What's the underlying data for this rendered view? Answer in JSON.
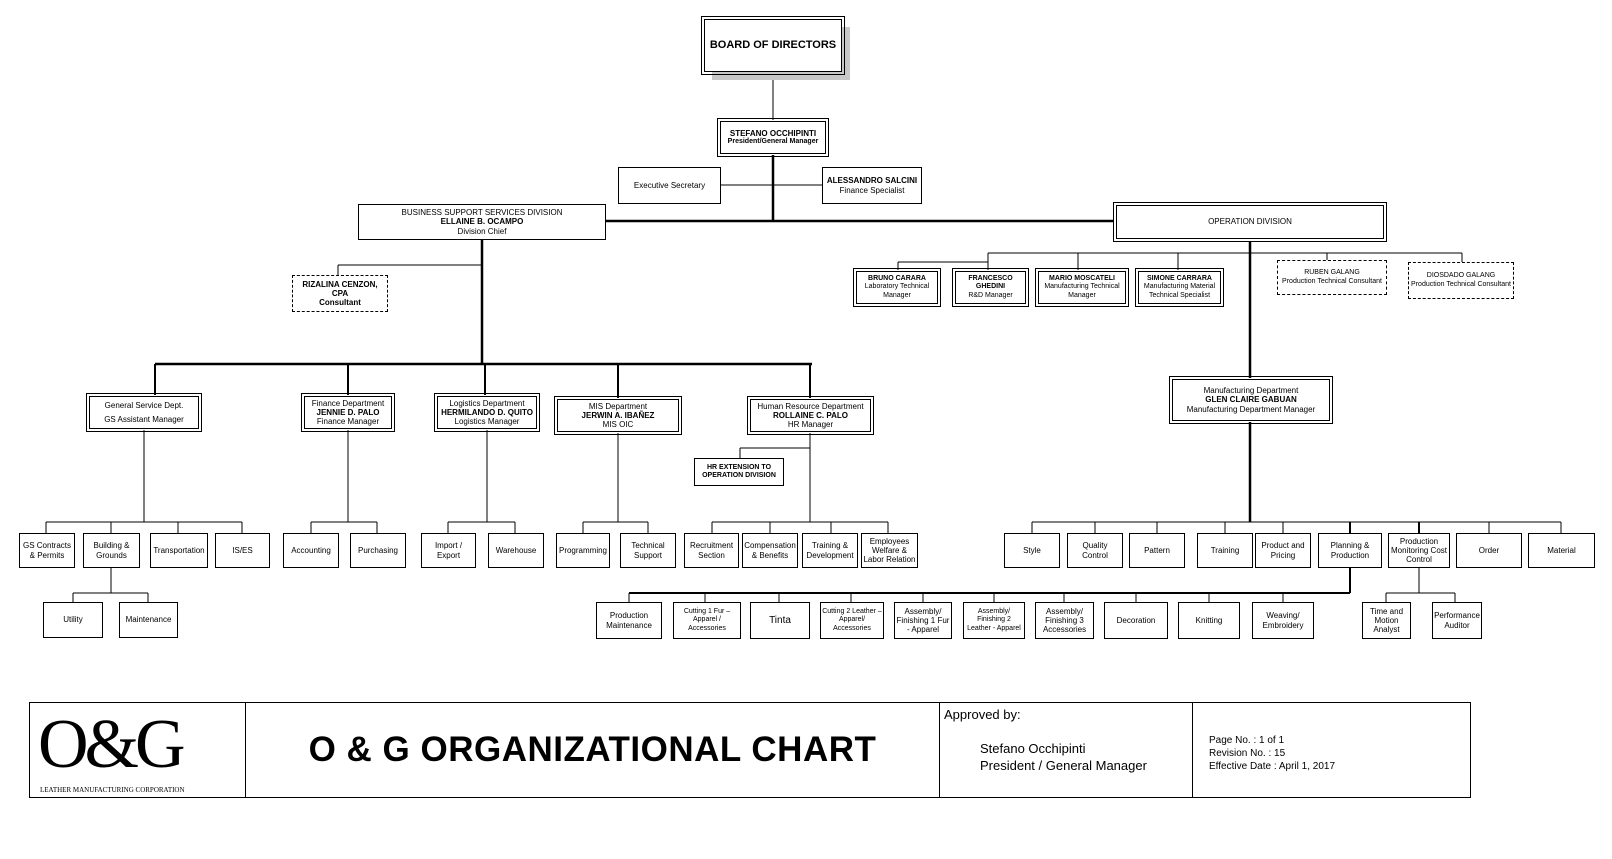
{
  "board": {
    "label": "BOARD OF DIRECTORS"
  },
  "president": {
    "name": "STEFANO OCCHIPINTI",
    "title": "President/General Manager"
  },
  "exec_secretary": {
    "label": "Executive Secretary"
  },
  "finance_specialist": {
    "name": "ALESSANDRO SALCINI",
    "title": "Finance Specialist"
  },
  "bss": {
    "division": "BUSINESS SUPPORT SERVICES DIVISION",
    "name": "ELLAINE B. OCAMPO",
    "title": "Division Chief"
  },
  "operation_division": {
    "label": "OPERATION DIVISION"
  },
  "consultant_bss": {
    "name": "RIZALINA CENZON, CPA",
    "title": "Consultant"
  },
  "ops_staff": [
    {
      "name": "BRUNO CARARA",
      "title": "Laboratory Technical Manager"
    },
    {
      "name": "FRANCESCO GHEDINI",
      "title": "R&D Manager"
    },
    {
      "name": "MARIO MOSCATELI",
      "title": "Manufacturing Technical Manager"
    },
    {
      "name": "SIMONE CARRARA",
      "title": "Manufacturing Material Technical Specialist"
    },
    {
      "name": "RUBEN GALANG",
      "title": "Production Technical Consultant"
    },
    {
      "name": "DIOSDADO GALANG",
      "title": "Production Technical Consultant"
    }
  ],
  "departments": {
    "general_service": {
      "dept": "General Service Dept.",
      "title": "GS  Assistant Manager"
    },
    "finance": {
      "dept": "Finance Department",
      "name": "JENNIE D. PALO",
      "title": "Finance Manager"
    },
    "logistics": {
      "dept": "Logistics Department",
      "name": "HERMILANDO D. QUITO",
      "title": "Logistics Manager"
    },
    "mis": {
      "dept": "MIS Department",
      "name": "JERWIN A. IBAÑEZ",
      "title": "MIS OIC"
    },
    "hr": {
      "dept": "Human Resource Department",
      "name": "ROLLAINE C. PALO",
      "title": "HR Manager"
    },
    "manufacturing": {
      "dept": "Manufacturing Department",
      "name": "GLEN CLAIRE GABUAN",
      "title": "Manufacturing Department Manager"
    }
  },
  "hr_extension": {
    "label": "HR EXTENSION TO OPERATION DIVISION"
  },
  "units": {
    "gs": [
      "GS Contracts & Permits",
      "Building & Grounds",
      "Transportation",
      "IS/ES"
    ],
    "bg": [
      "Utility",
      "Maintenance"
    ],
    "finance": [
      "Accounting",
      "Purchasing"
    ],
    "logistics": [
      "Import / Export",
      "Warehouse"
    ],
    "mis": [
      "Programming",
      "Technical Support"
    ],
    "hr": [
      "Recruitment Section",
      "Compensation & Benefits",
      "Training & Development",
      "Employees Welfare & Labor Relation"
    ],
    "mfg": [
      "Style",
      "Quality Control",
      "Pattern",
      "Training",
      "Product and Pricing",
      "Planning & Production",
      "Production Monitoring Cost Control",
      "Order",
      "Material"
    ],
    "planning": [
      "Production Maintenance",
      "Cutting 1 Fur – Apparel / Accessories",
      "Tinta",
      "Cutting 2 Leather – Apparel/ Accessories",
      "Assembly/ Finishing 1 Fur - Apparel",
      "Assembly/ Finishing 2 Leather - Apparel",
      "Assembly/ Finishing 3 Accessories",
      "Decoration",
      "Knitting",
      "Weaving/ Embroidery"
    ],
    "monitoring": [
      "Time and Motion Analyst",
      "Performance Auditor"
    ]
  },
  "footer": {
    "logo_text": "O&G",
    "logo_sub": "LEATHER MANUFACTURING CORPORATION",
    "title": "O & G ORGANIZATIONAL CHART",
    "approved_by": "Approved by:",
    "approver_name": "Stefano Occhipinti",
    "approver_title": "President / General Manager",
    "page_no": "Page No. :  1 of 1",
    "revision_no": "Revision No. :  15",
    "effective_date": "Effective Date : April 1, 2017"
  }
}
